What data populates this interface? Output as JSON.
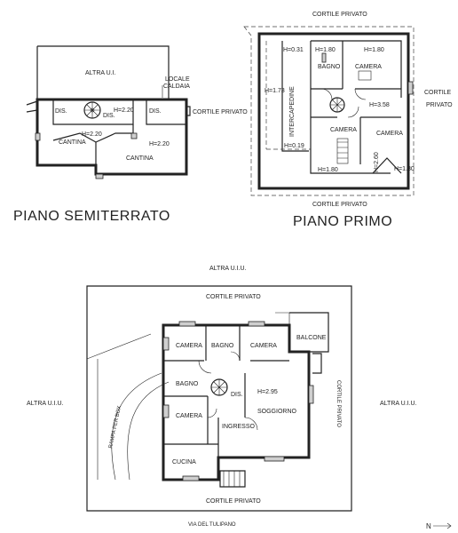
{
  "semi": {
    "title": "PIANO SEMITERRATO",
    "altra_ui": "ALTRA U.I.",
    "locale_l1": "LOCALE",
    "locale_l2": "CALDAIA",
    "cortile": "CORTILE PRIVATO",
    "dis_left": "DIS.",
    "dis_center": "DIS.",
    "dis_right": "DIS.",
    "h_dis": "H=2.20",
    "h_cantina1": "H=2.20",
    "cantina1": "CANTINA",
    "h_cantina2": "H=2.20",
    "cantina2": "CANTINA"
  },
  "primo": {
    "title": "PIANO PRIMO",
    "cortile_top": "CORTILE PRIVATO",
    "cortile_bottom": "CORTILE PRIVATO",
    "cortile_right_1": "CORTILE",
    "cortile_right_2": "PRIVATO",
    "h_031": "H=0.31",
    "h_173": "H=1.73",
    "h_019": "H=0.19",
    "h_180a": "H=1.80",
    "h_180b": "H=1.80",
    "h_180c": "H=1.80",
    "h_180d": "H=1.80",
    "h_358": "H=3.58",
    "h_260": "H=2.60",
    "intercapedine": "INTERCAPEDINE",
    "bagno": "BAGNO",
    "camera1": "CAMERA",
    "camera2": "CAMERA",
    "camera3": "CAMERA"
  },
  "terra": {
    "altra_top": "ALTRA U.I.U.",
    "altra_left": "ALTRA U.I.U.",
    "altra_right": "ALTRA U.I.U.",
    "cortile_top": "CORTILE PRIVATO",
    "cortile_bottom": "CORTILE PRIVATO",
    "cortile_right": "CORTILE PRIVATO",
    "rampa": "RAMPA PER BOX",
    "camera1": "CAMERA",
    "bagno1": "BAGNO",
    "camera2": "CAMERA",
    "balcone": "BALCONE",
    "bagno2": "BAGNO",
    "dis": "DIS.",
    "h_295": "H=2.95",
    "camera3": "CAMERA",
    "soggiorno": "SOGGIORNO",
    "ingresso": "INGRESSO",
    "cucina": "CUCINA",
    "via": "VIA DEL TULIPANO",
    "north": "N"
  }
}
